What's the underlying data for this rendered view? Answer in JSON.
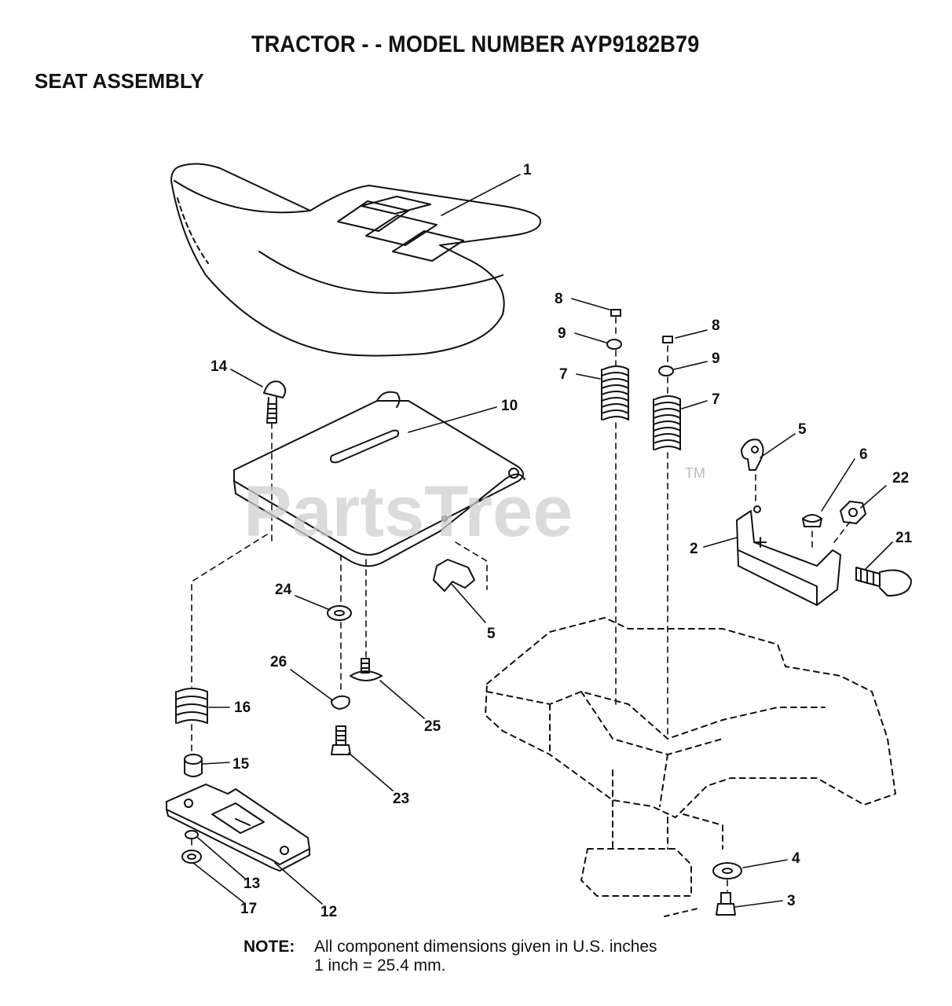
{
  "header": {
    "title": "TRACTOR - - MODEL NUMBER AYP9182B79",
    "section": "SEAT ASSEMBLY"
  },
  "watermark": {
    "text": "PartsTree",
    "tm": "TM"
  },
  "callouts": [
    {
      "label": "1"
    },
    {
      "label": "8"
    },
    {
      "label": "8"
    },
    {
      "label": "9"
    },
    {
      "label": "9"
    },
    {
      "label": "7"
    },
    {
      "label": "7"
    },
    {
      "label": "14"
    },
    {
      "label": "10"
    },
    {
      "label": "5"
    },
    {
      "label": "6"
    },
    {
      "label": "22"
    },
    {
      "label": "2"
    },
    {
      "label": "21"
    },
    {
      "label": "5"
    },
    {
      "label": "24"
    },
    {
      "label": "26"
    },
    {
      "label": "25"
    },
    {
      "label": "16"
    },
    {
      "label": "15"
    },
    {
      "label": "23"
    },
    {
      "label": "13"
    },
    {
      "label": "17"
    },
    {
      "label": "12"
    },
    {
      "label": "4"
    },
    {
      "label": "3"
    }
  ],
  "note": {
    "label": "NOTE:",
    "line1": "All component dimensions given in U.S. inches",
    "line2": "1 inch = 25.4 mm."
  }
}
